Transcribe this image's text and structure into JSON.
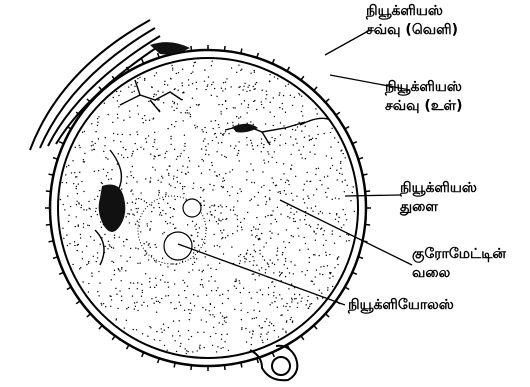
{
  "diagram": {
    "labels": {
      "outer_membrane": {
        "line1": "நியூக்ளியஸ்",
        "line2": "சவ்வு (வெளி)"
      },
      "inner_membrane": {
        "line1": "நியூக்ளியஸ்",
        "line2": "சவ்வு (உள்)"
      },
      "nuclear_pore": {
        "line1": "நியூக்ளியஸ்",
        "line2": "துளை"
      },
      "chromatin_network": {
        "line1": "குரோமேட்டின்",
        "line2": "வலை"
      },
      "nucleolus": {
        "line1": "நியூக்ளியோலஸ்"
      }
    }
  }
}
